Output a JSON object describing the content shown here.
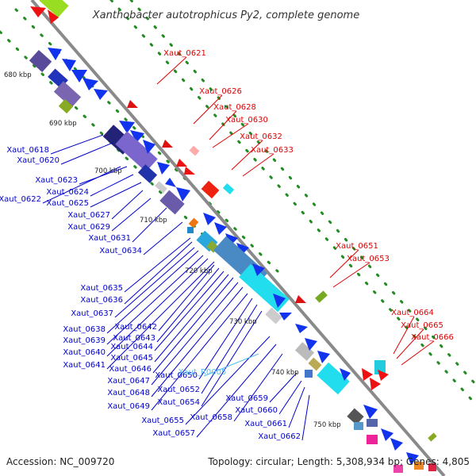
{
  "title": "Xanthobacter autotrophicus Py2, complete genome",
  "footer": {
    "accession": "Accession: NC_009720",
    "topology": "Topology: circular; Length: 5,308,934 bp; Genes: 4,805"
  },
  "ruler": [
    "680 kbp",
    "690 kbp",
    "700 kbp",
    "710 kbp",
    "720 kbp",
    "730 kbp",
    "740 kbp",
    "750 kbp"
  ],
  "colors": {
    "forward_label": "#0000cc",
    "reverse_label": "#dd0000",
    "rna_label": "#55bbee",
    "backbone": "#8a8a8a",
    "dots": "#228b22"
  },
  "labels": {
    "forward": [
      "Xaut_0618",
      "Xaut_0620",
      "Xaut_0623",
      "Xaut_0622",
      "Xaut_0624",
      "Xaut_0625",
      "Xaut_0627",
      "Xaut_0629",
      "Xaut_0631",
      "Xaut_0634",
      "Xaut_0635",
      "Xaut_0636",
      "Xaut_0637",
      "Xaut_0638",
      "Xaut_0639",
      "Xaut_0640",
      "Xaut_0641",
      "Xaut_0642",
      "Xaut_0643",
      "Xaut_0644",
      "Xaut_0645",
      "Xaut_0646",
      "Xaut_0647",
      "Xaut_0648",
      "Xaut_0649",
      "Xaut_0650",
      "Xaut_0652",
      "Xaut_0654",
      "Xaut_0655",
      "Xaut_0657",
      "Xaut_0658",
      "Xaut_0659",
      "Xaut_0660",
      "Xaut_0661",
      "Xaut_0662"
    ],
    "reverse": [
      "Xaut_0621",
      "Xaut_0626",
      "Xaut_0628",
      "Xaut_0630",
      "Xaut_0632",
      "Xaut_0633",
      "Xaut_0651",
      "Xaut_0653",
      "Xaut_0664",
      "Xaut_0665",
      "Xaut_0666"
    ],
    "rna": [
      "Xaut_R0005"
    ]
  }
}
